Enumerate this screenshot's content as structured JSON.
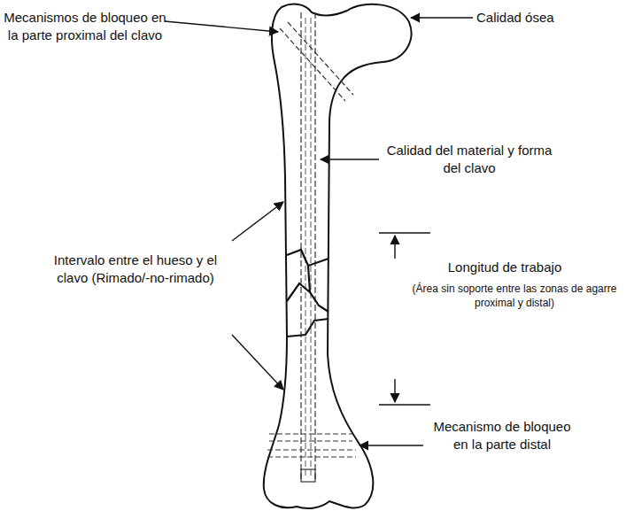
{
  "diagram": {
    "labels": [
      "Mecanismos de bloqueo en la parte proximal del clavo",
      "Calidad ósea",
      "Calidad del material y forma del clavo",
      "Intervalo entre el hueso y el clavo (Rimado/-no-rimado)",
      "Longitud de trabajo",
      "(Área sin soporte entre las zonas de agarre proximal y distal)",
      "Mecanismo de bloqueo en la parte distal"
    ]
  }
}
